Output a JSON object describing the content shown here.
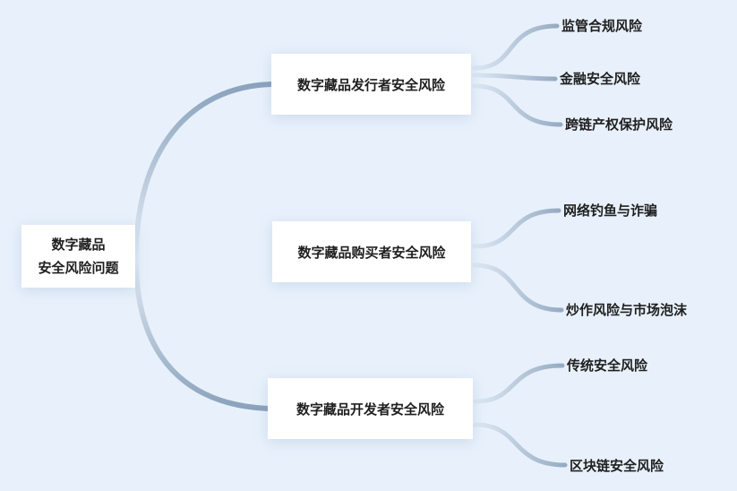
{
  "root": {
    "line1": "数字藏品",
    "line2": "安全风险问题"
  },
  "branches": [
    {
      "label": "数字藏品发行者安全风险",
      "children": [
        "监管合规风险",
        "金融安全风险",
        "跨链产权保护风险"
      ]
    },
    {
      "label": "数字藏品购买者安全风险",
      "children": [
        "网络钓鱼与诈骗",
        "炒作风险与市场泡沫"
      ]
    },
    {
      "label": "数字藏品开发者安全风险",
      "children": [
        "传统安全风险",
        "区块链安全风险"
      ]
    }
  ],
  "colors": {
    "background": "#e8f1fb",
    "edge": "#8aa2bc",
    "box": "#ffffff",
    "text": "#1f1f1f"
  }
}
